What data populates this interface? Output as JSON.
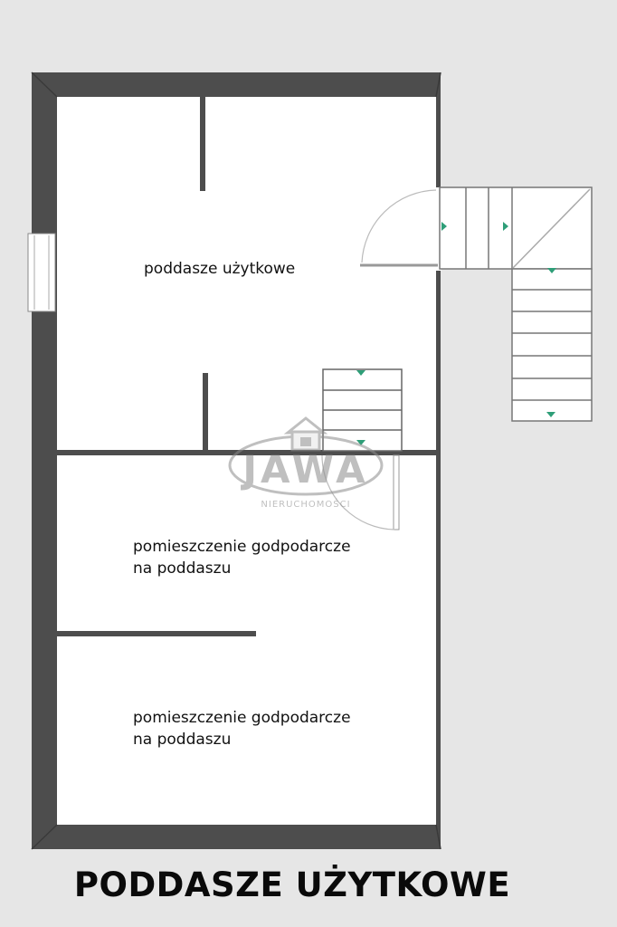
{
  "rooms": [
    {
      "lines": [
        "poddasze użytkowe"
      ]
    },
    {
      "lines": [
        "pomieszczenie godpodarcze",
        "na poddaszu"
      ]
    },
    {
      "lines": [
        "pomieszczenie godpodarcze",
        "na poddaszu"
      ]
    }
  ],
  "title": "PODDASZE UŻYTKOWE",
  "watermark": {
    "brand": "JAWA",
    "subtitle": "NIERUCHOMOŚCI"
  },
  "colors": {
    "wall": "#4d4d4d",
    "floor": "#ffffff",
    "background": "#e6e6e6",
    "stair_arrow": "#2e9e78"
  },
  "icons": [
    "house-icon"
  ]
}
